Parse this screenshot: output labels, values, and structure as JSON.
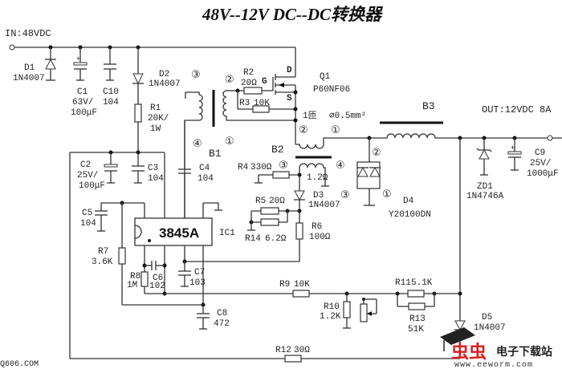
{
  "title": "48V--12V  DC--DC转换器",
  "input_label": "IN:48VDC",
  "output_label": "OUT:12VDC  8A",
  "components": {
    "D1": {
      "ref": "D1",
      "value": "1N4007"
    },
    "C1": {
      "ref": "C1",
      "value1": "63V/",
      "value2": "100μF"
    },
    "C10": {
      "ref": "C10",
      "value": "104"
    },
    "D2": {
      "ref": "D2",
      "value": "1N4007"
    },
    "R1": {
      "ref": "R1",
      "value1": "20K/",
      "value2": "1W"
    },
    "R2": {
      "ref": "R2",
      "value": "20Ω"
    },
    "R3": {
      "ref": "R3",
      "value": "10K"
    },
    "Q1": {
      "ref": "Q1",
      "value": "P60NF06",
      "gate": "G",
      "drain": "D",
      "source": "S"
    },
    "B1": {
      "ref": "B1"
    },
    "B2": {
      "ref": "B2",
      "winding_note": "1匝",
      "wire_note": "∅0.5mm²",
      "res": "1.2Ω"
    },
    "B3": {
      "ref": "B3"
    },
    "C2": {
      "ref": "C2",
      "value1": "25V/",
      "value2": "100μF"
    },
    "C3": {
      "ref": "C3",
      "value": "104"
    },
    "C4": {
      "ref": "C4",
      "value": "104"
    },
    "C5": {
      "ref": "C5",
      "value": "104"
    },
    "R4": {
      "ref": "R4",
      "value": "330Ω"
    },
    "D3": {
      "ref": "D3",
      "value": "1N4007"
    },
    "R5": {
      "ref": "R5",
      "value": "20Ω"
    },
    "R14": {
      "ref": "R14",
      "value": "6.2Ω"
    },
    "R6": {
      "ref": "R6",
      "value": "100Ω"
    },
    "D4": {
      "ref": "D4",
      "value": "Y20100DN"
    },
    "ZD1": {
      "ref": "ZD1",
      "value": "1N4746A"
    },
    "C9": {
      "ref": "C9",
      "value1": "25V/",
      "value2": "1000μF"
    },
    "IC1": {
      "ref": "IC1",
      "value": "3845A"
    },
    "R7": {
      "ref": "R7",
      "value": "3.6K"
    },
    "R8": {
      "ref": "R8",
      "value": "1M"
    },
    "C6": {
      "ref": "C6",
      "value": "102"
    },
    "C7": {
      "ref": "C7",
      "value": "103"
    },
    "C8": {
      "ref": "C8",
      "value": "472"
    },
    "R9": {
      "ref": "R9",
      "value": "10K"
    },
    "R10": {
      "ref": "R10",
      "value": "1.2K"
    },
    "R11": {
      "ref": "R11",
      "value": "5.1K"
    },
    "R13": {
      "ref": "R13",
      "value": "51K"
    },
    "R12": {
      "ref": "R12",
      "value": "30Ω"
    },
    "D5": {
      "ref": "D5",
      "value": "1N4007"
    }
  },
  "pins": {
    "p1": "①",
    "p2": "②",
    "p3": "③",
    "p4": "④"
  },
  "watermarks": {
    "left": "Q606.COM",
    "brand_red": "虫虫",
    "brand_text": "电子下载站",
    "brand_url": "www.eeworm.com"
  }
}
